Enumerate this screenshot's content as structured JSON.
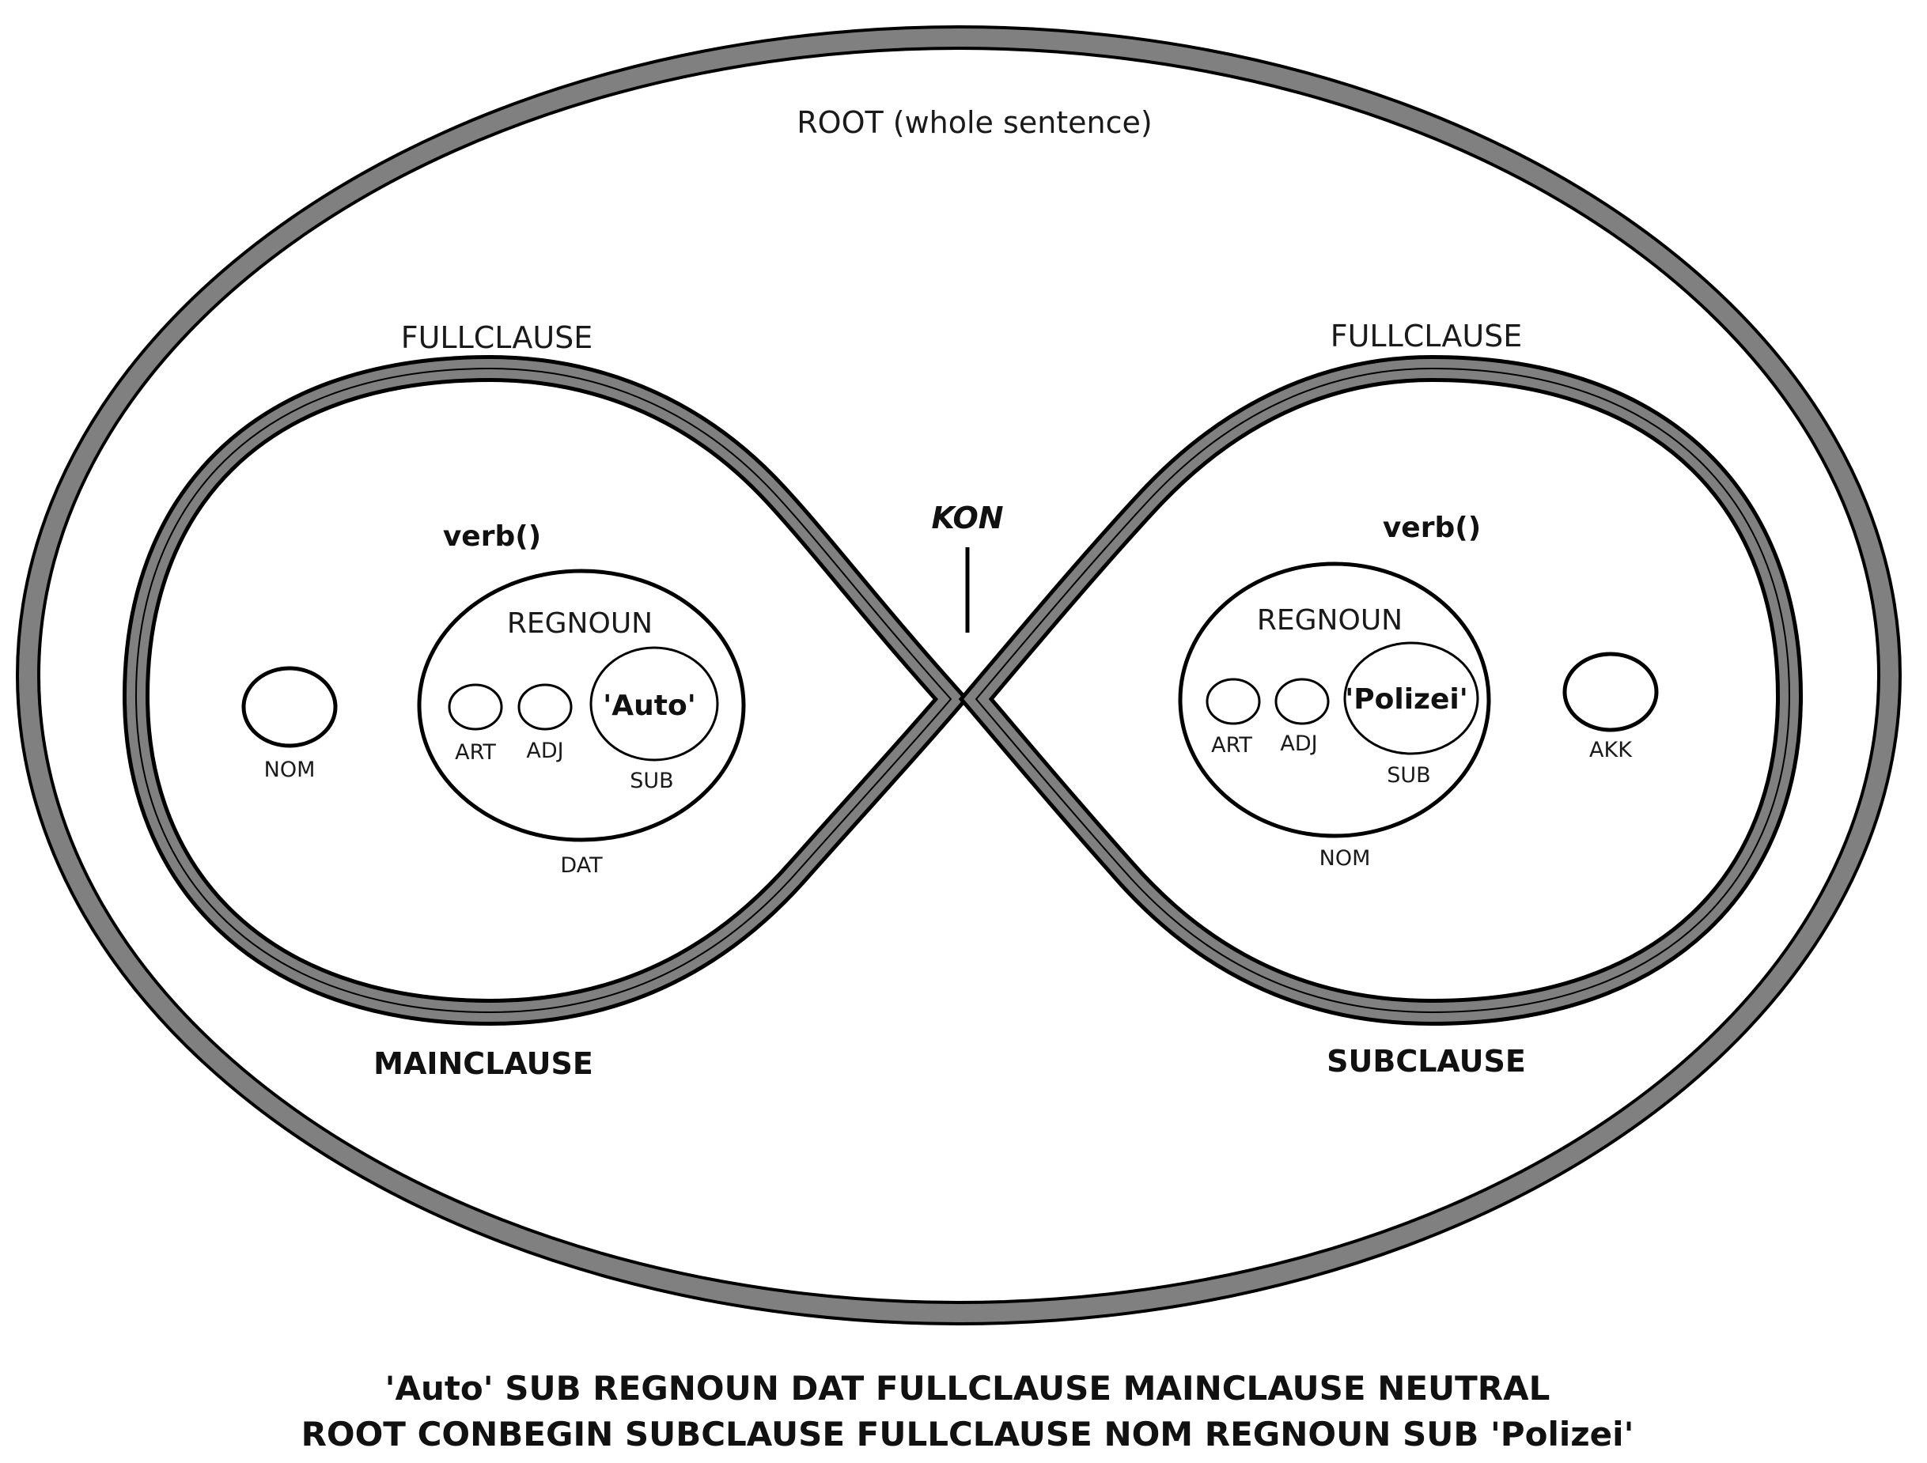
{
  "labels": {
    "root": "ROOT (whole sentence)",
    "fullclause_left": "FULLCLAUSE",
    "fullclause_right": "FULLCLAUSE",
    "verb_left": "verb()",
    "verb_right": "verb()",
    "conjunction": "KON",
    "mainclause": "MAINCLAUSE",
    "subclause": "SUBCLAUSE"
  },
  "left_clause": {
    "nom": "NOM",
    "regnoun": "REGNOUN",
    "art": "ART",
    "adj": "ADJ",
    "noun": "'Auto'",
    "sub": "SUB",
    "case": "DAT"
  },
  "right_clause": {
    "regnoun": "REGNOUN",
    "art": "ART",
    "adj": "ADJ",
    "noun": "'Polizei'",
    "sub": "SUB",
    "case": "NOM",
    "akk": "AKK"
  },
  "caption": {
    "line1": "'Auto' SUB REGNOUN DAT FULLCLAUSE MAINCLAUSE NEUTRAL",
    "line2": "ROOT CONBEGIN SUBCLAUSE FULLCLAUSE NOM REGNOUN SUB 'Polizei'"
  },
  "colors": {
    "ring_fill": "#808080",
    "stroke": "#000000",
    "background": "#ffffff"
  }
}
